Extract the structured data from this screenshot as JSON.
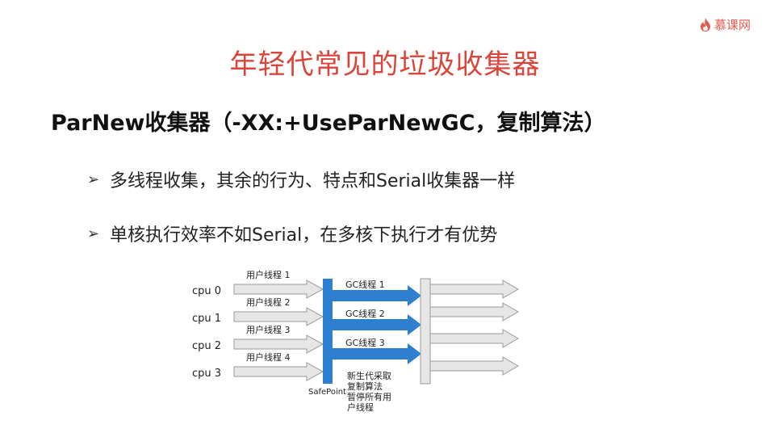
{
  "logo": {
    "text": "慕课网",
    "icon": "flame-icon"
  },
  "slide": {
    "title": "年轻代常见的垃圾收集器",
    "subtitle": "ParNew收集器（-XX:+UseParNewGC，复制算法）",
    "bullets": [
      "多线程收集，其余的行为、特点和Serial收集器一样",
      "单核执行效率不如Serial，在多核下执行才有优势"
    ]
  },
  "diagram": {
    "cpus": [
      "cpu 0",
      "cpu 1",
      "cpu 2",
      "cpu 3"
    ],
    "user_threads": [
      "用户线程 1",
      "用户线程 2",
      "用户线程 3",
      "用户线程 4"
    ],
    "gc_threads": [
      "GC线程 1",
      "GC线程 2",
      "GC线程 3"
    ],
    "safepoint_label": "SafePoint",
    "note_lines": [
      "新生代采取",
      "复制算法",
      "暂停所有用",
      "户线程"
    ],
    "colors": {
      "gc_blue": "#2f7fd0",
      "grey_arrow": "#e6e6e6",
      "arrow_stroke": "#9a9a9a"
    }
  }
}
